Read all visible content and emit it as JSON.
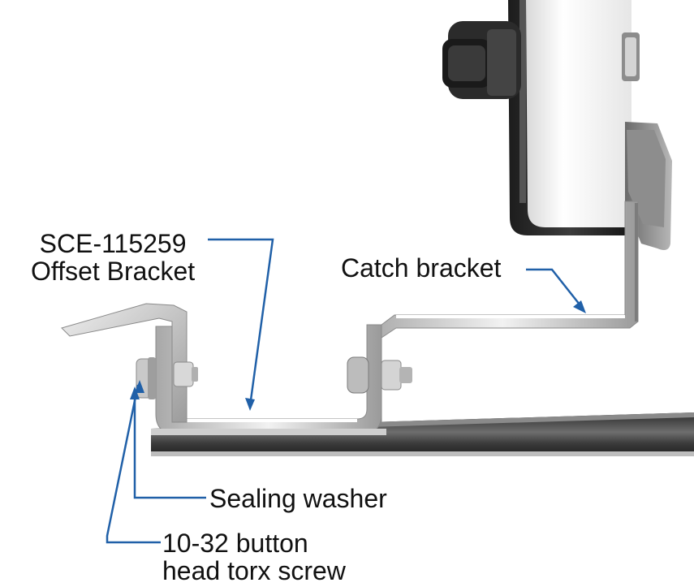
{
  "labels": {
    "offset_bracket": {
      "line1": "SCE-115259",
      "line2": "Offset Bracket"
    },
    "catch_bracket": "Catch bracket",
    "sealing_washer": "Sealing washer",
    "torx_screw": {
      "line1": "10-32 button",
      "line2": "head torx screw"
    }
  },
  "colors": {
    "leader": "#2060a8",
    "metal_light": "#dcdcdc",
    "metal_dark": "#3a3a3a",
    "background": "#ffffff"
  }
}
